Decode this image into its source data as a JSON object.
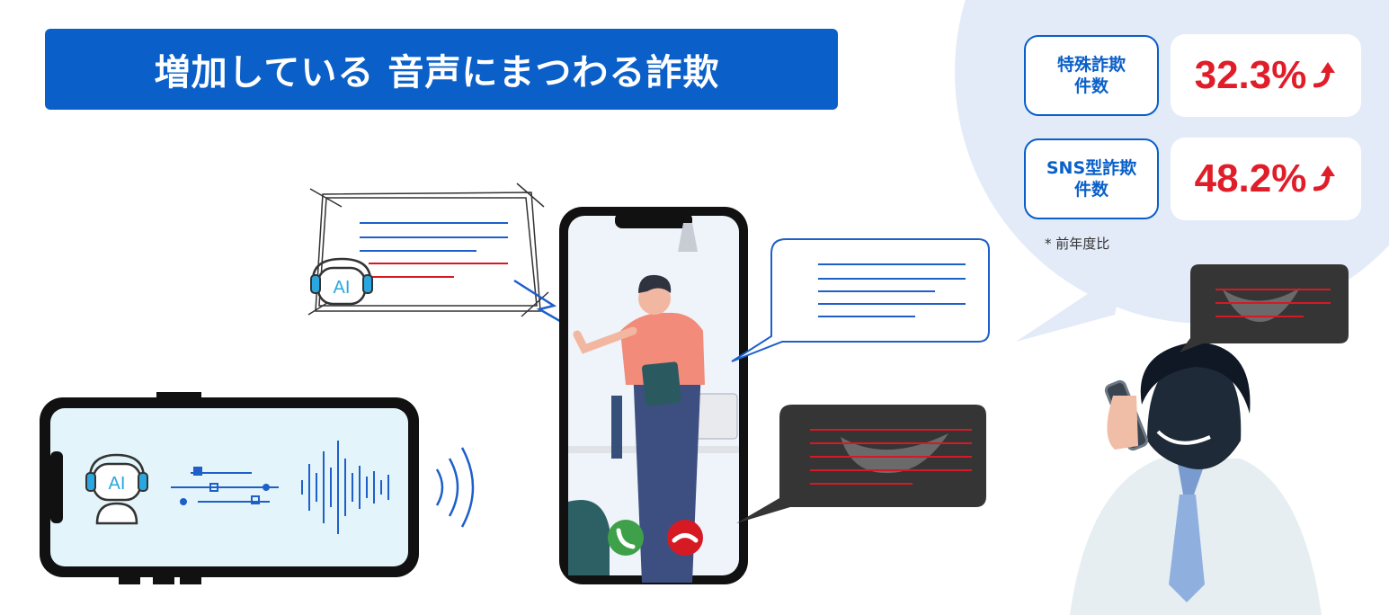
{
  "title": "増加している 音声にまつわる詐欺",
  "stats": [
    {
      "label": "特殊詐欺\n件数",
      "value": "32.3%"
    },
    {
      "label": "SNS型詐欺\n件数",
      "value": "48.2%"
    }
  ],
  "footnote": "* 前年度比",
  "ai_badge_text": "AI",
  "colors": {
    "accent": "#0a5fc9",
    "alert": "#e01e2a",
    "bubble": "#e3ebf8"
  }
}
